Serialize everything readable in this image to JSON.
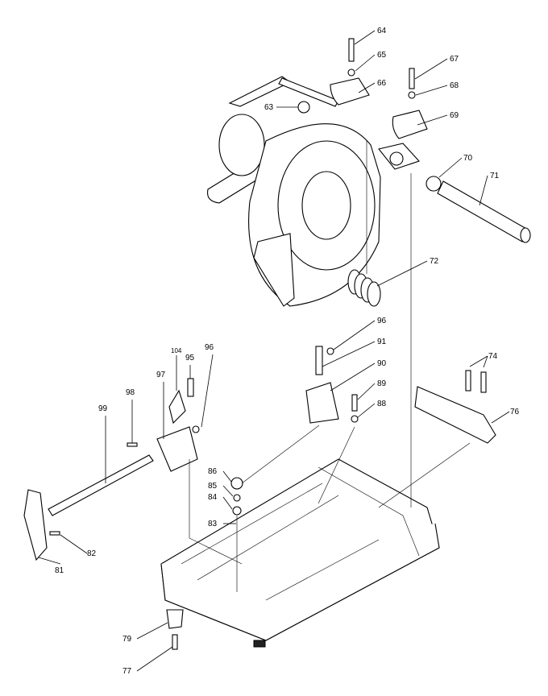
{
  "title": "Cut-off saw exploded parts diagram",
  "labels": {
    "p63": "63",
    "p64": "64",
    "p65": "65",
    "p66": "66",
    "p67": "67",
    "p68": "68",
    "p69": "69",
    "p70": "70",
    "p71": "71",
    "p72": "72",
    "p74": "74",
    "p76": "76",
    "p77": "77",
    "p79": "79",
    "p81": "81",
    "p82": "82",
    "p83": "83",
    "p84": "84",
    "p85": "85",
    "p86": "86",
    "p88": "88",
    "p89": "89",
    "p90": "90",
    "p91": "91",
    "p95": "95",
    "p96a": "96",
    "p96b": "96",
    "p97": "97",
    "p98": "98",
    "p99": "99",
    "p104": "104"
  }
}
